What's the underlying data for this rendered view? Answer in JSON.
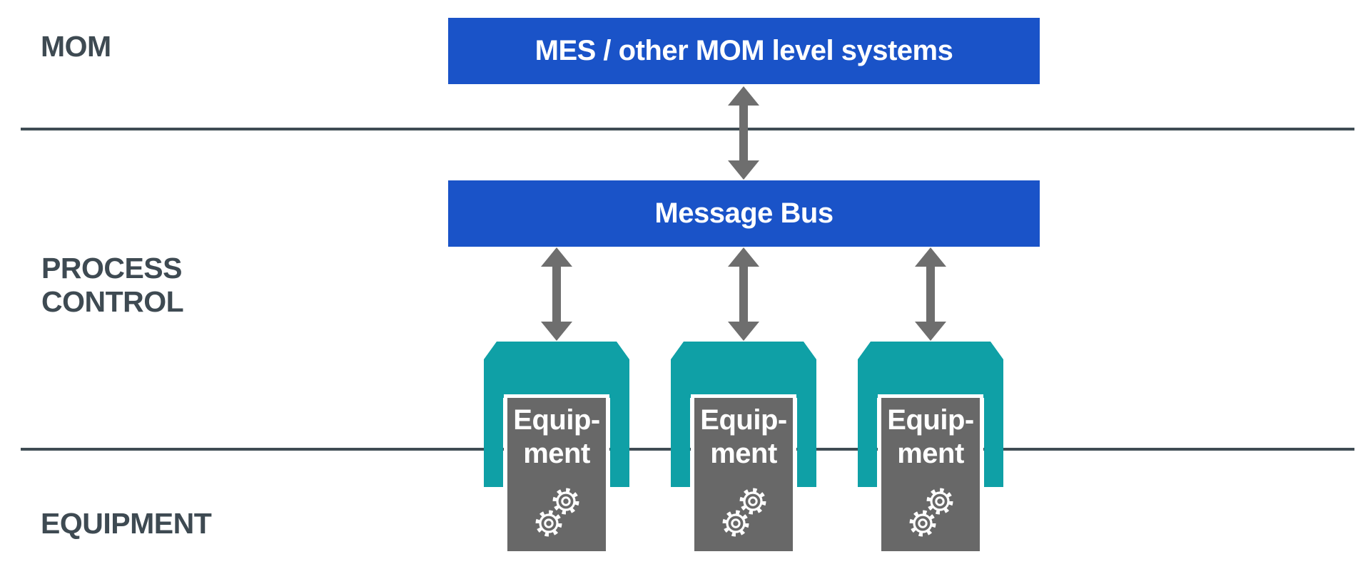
{
  "colors": {
    "blue": "#1a53c8",
    "teal": "#0fa0a6",
    "box_gray": "#686868",
    "arrow_gray": "#6e6e6e",
    "line": "#3f4c54",
    "label": "#3e4a52",
    "text_white": "#ffffff",
    "background": "#ffffff"
  },
  "layers": {
    "mom": {
      "label": "MOM"
    },
    "process_control": {
      "line1": "PROCESS",
      "line2": "CONTROL"
    },
    "equipment": {
      "label": "EQUIPMENT"
    }
  },
  "nodes": {
    "mes": {
      "label": "MES / other MOM level systems"
    },
    "message_bus": {
      "label": "Message Bus"
    },
    "equipment_units": [
      {
        "line1": "Equip-",
        "line2": "ment"
      },
      {
        "line1": "Equip-",
        "line2": "ment"
      },
      {
        "line1": "Equip-",
        "line2": "ment"
      }
    ]
  }
}
